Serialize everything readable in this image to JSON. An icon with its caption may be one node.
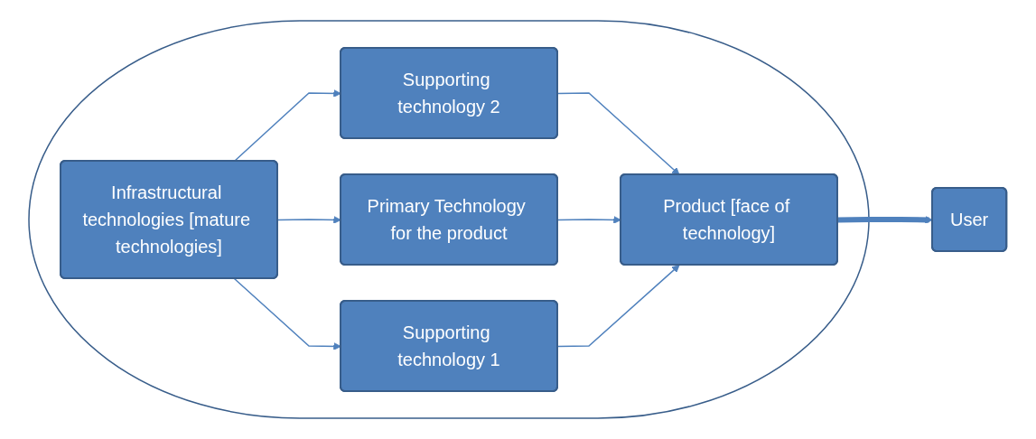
{
  "diagram": {
    "nodes": [
      {
        "text": [],
        "shape": "ellipse"
      },
      {
        "text": [
          "Infrastructural technologies [mature technologies]"
        ],
        "in": 0
      },
      {
        "text": [
          "Supporting technology 2"
        ],
        "in": 0
      },
      {
        "text": [
          "Primary Technology for the product"
        ],
        "in": 0
      },
      {
        "text": [
          "Supporting technology 1"
        ],
        "in": 0
      },
      {
        "text": [
          "Product [face of technology]"
        ],
        "in": 0
      },
      {
        "text": [
          "User"
        ]
      }
    ],
    "edges": [
      {
        "from": 1,
        "to": 2,
        "arrow": "to"
      },
      {
        "from": 1,
        "to": 3,
        "arrow": "to"
      },
      {
        "from": 1,
        "to": 4,
        "arrow": "to"
      },
      {
        "from": 2,
        "to": 5,
        "arrow": "to"
      },
      {
        "from": 3,
        "to": 5,
        "arrow": "to"
      },
      {
        "from": 4,
        "to": 5,
        "arrow": "to"
      },
      {
        "from": 5,
        "to": 6,
        "arrow": "to",
        "style": "thick"
      }
    ]
  }
}
